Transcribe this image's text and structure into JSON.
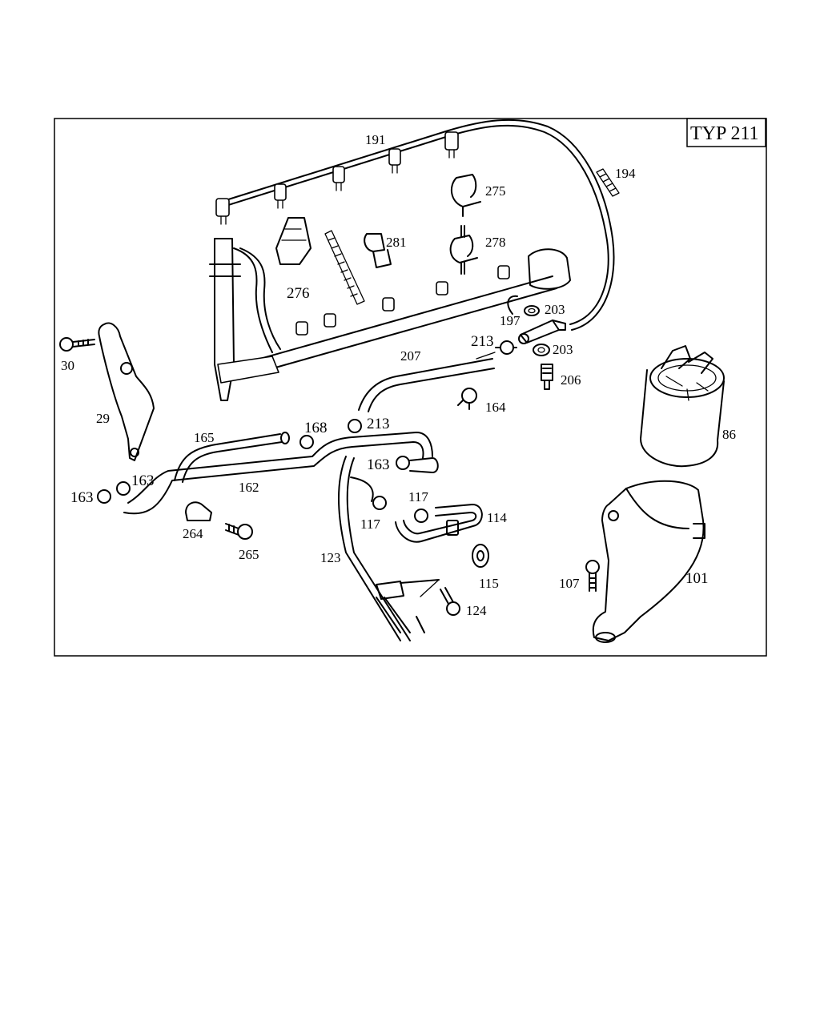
{
  "diagram": {
    "type_label": "TYP 211",
    "callouts": {
      "p191": "191",
      "p194": "194",
      "p275": "275",
      "p281": "281",
      "p278": "278",
      "p276": "276",
      "p203a": "203",
      "p197": "197",
      "p203b": "203",
      "p213a": "213",
      "p207": "207",
      "p206": "206",
      "p164": "164",
      "p30": "30",
      "p29": "29",
      "p165": "165",
      "p168": "168",
      "p213b": "213",
      "p163a": "163",
      "p163b": "163",
      "p163c": "163",
      "p162": "162",
      "p117a": "117",
      "p117b": "117",
      "p114": "114",
      "p264": "264",
      "p265": "265",
      "p123": "123",
      "p115": "115",
      "p124": "124",
      "p86": "86",
      "p107": "107",
      "p101": "101"
    }
  }
}
